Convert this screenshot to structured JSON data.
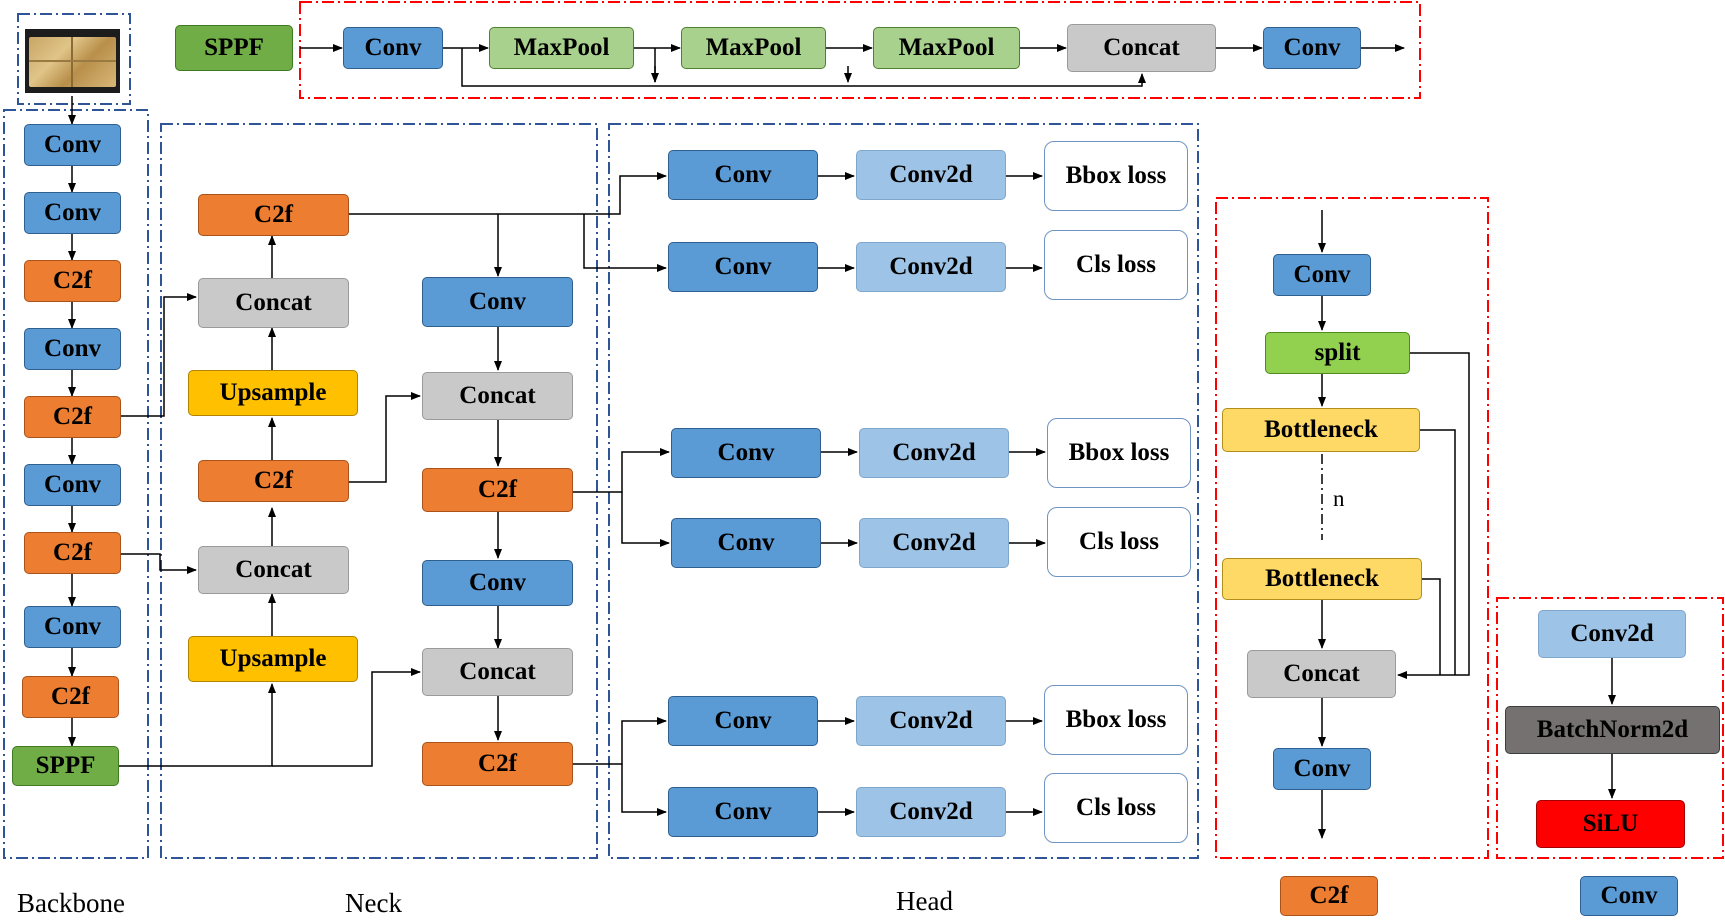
{
  "colors": {
    "conv": "#5b9bd5",
    "c2f": "#ed7d31",
    "concat": "#c9c9c9",
    "upsample": "#ffc000",
    "sppf": "#70ad47",
    "maxpool": "#a9d18e",
    "conv2d": "#9dc3e6",
    "split": "#92d050",
    "bottleneck": "#ffd966",
    "batchnorm": "#767171",
    "silu": "#ff0000",
    "panel_blue": "#2f5597",
    "panel_red": "#ff0000"
  },
  "input_image": {
    "icon": "wood-board-photo-icon"
  },
  "sppf_detail": {
    "title": "SPPF",
    "conv_in": "Conv",
    "maxpool1": "MaxPool",
    "maxpool2": "MaxPool",
    "maxpool3": "MaxPool",
    "concat": "Concat",
    "conv_out": "Conv"
  },
  "backbone": {
    "label": "Backbone",
    "conv1": "Conv",
    "conv2": "Conv",
    "c2f1": "C2f",
    "conv3": "Conv",
    "c2f2": "C2f",
    "conv4": "Conv",
    "c2f3": "C2f",
    "conv5": "Conv",
    "c2f4": "C2f",
    "sppf": "SPPF"
  },
  "neck": {
    "label": "Neck",
    "c2f_top": "C2f",
    "concat1": "Concat",
    "upsample1": "Upsample",
    "c2f_mid": "C2f",
    "concat2": "Concat",
    "upsample2": "Upsample",
    "conv_a": "Conv",
    "concat3": "Concat",
    "c2f_b": "C2f",
    "conv_b": "Conv",
    "concat4": "Concat",
    "c2f_c": "C2f"
  },
  "head": {
    "label": "Head",
    "rows": [
      {
        "conv": "Conv",
        "conv2d": "Conv2d",
        "loss": "Bbox loss"
      },
      {
        "conv": "Conv",
        "conv2d": "Conv2d",
        "loss": "Cls loss"
      },
      {
        "conv": "Conv",
        "conv2d": "Conv2d",
        "loss": "Bbox loss"
      },
      {
        "conv": "Conv",
        "conv2d": "Conv2d",
        "loss": "Cls loss"
      },
      {
        "conv": "Conv",
        "conv2d": "Conv2d",
        "loss": "Bbox loss"
      },
      {
        "conv": "Conv",
        "conv2d": "Conv2d",
        "loss": "Cls loss"
      }
    ]
  },
  "c2f_detail": {
    "label": "C2f",
    "conv_in": "Conv",
    "split": "split",
    "bottleneck1": "Bottleneck",
    "repeat": "n",
    "bottleneck2": "Bottleneck",
    "concat": "Concat",
    "conv_out": "Conv"
  },
  "conv_detail": {
    "label": "Conv",
    "conv2d": "Conv2d",
    "batchnorm": "BatchNorm2d",
    "silu": "SiLU"
  }
}
